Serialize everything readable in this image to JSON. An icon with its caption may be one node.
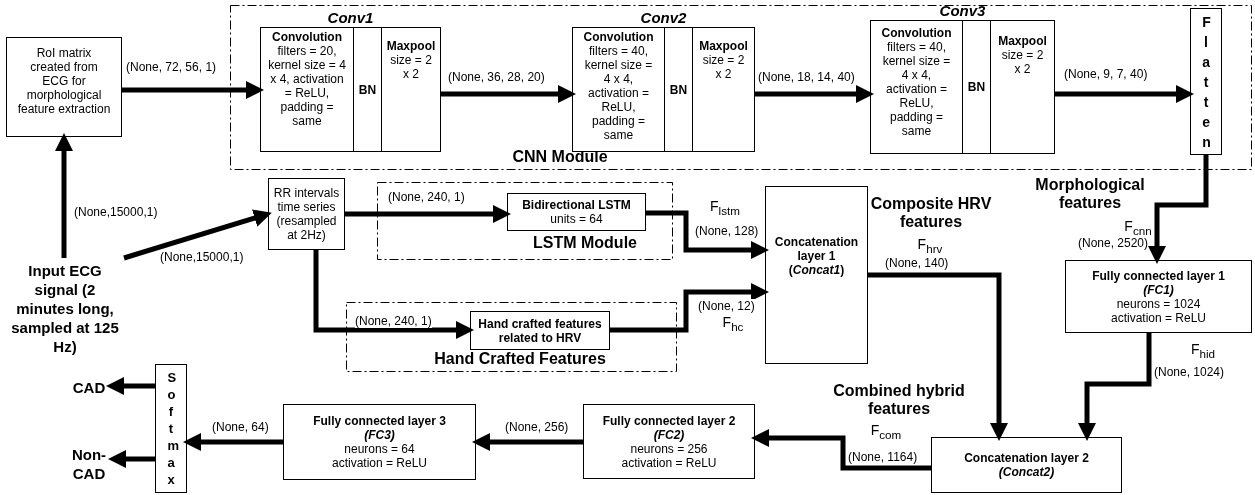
{
  "diagram": {
    "nodes": [
      {
        "text": [
          "Input ECG signal (2 minutes long, sampled at 125 Hz)"
        ]
      },
      {
        "text": [
          "RoI matrix created from ECG for morphological feature extraction"
        ]
      },
      {
        "text": [
          "CNN Module"
        ]
      },
      {
        "text": [
          "Conv1"
        ],
        "in": 2
      },
      {
        "text": [
          "Convolution",
          "filters = 20, kernel size = 4 x 4, activation = ReLU, padding = same"
        ],
        "in": 3
      },
      {
        "text": [
          "BN"
        ],
        "in": 3
      },
      {
        "text": [
          "Maxpool",
          "size = 2 x 2"
        ],
        "in": 3
      },
      {
        "text": [
          "Conv2"
        ],
        "in": 2
      },
      {
        "text": [
          "Convolution",
          "filters = 40, kernel size = 4 x 4, activation = ReLU, padding = same"
        ],
        "in": 7
      },
      {
        "text": [
          "BN"
        ],
        "in": 7
      },
      {
        "text": [
          "Maxpool",
          "size = 2 x 2"
        ],
        "in": 7
      },
      {
        "text": [
          "Conv3"
        ],
        "in": 2
      },
      {
        "text": [
          "Convolution",
          "filters = 40, kernel size = 4 x 4, activation = ReLU, padding = same"
        ],
        "in": 11
      },
      {
        "text": [
          "BN"
        ],
        "in": 11
      },
      {
        "text": [
          "Maxpool",
          "size = 2 x 2"
        ],
        "in": 11
      },
      {
        "text": [
          "Flatten"
        ],
        "in": 2
      },
      {
        "text": [
          "RR intervals time series (resampled at 2Hz)"
        ]
      },
      {
        "text": [
          "LSTM Module"
        ]
      },
      {
        "text": [
          "Bidirectional LSTM",
          "units = 64"
        ],
        "in": 17
      },
      {
        "text": [
          "Hand Crafted Features"
        ]
      },
      {
        "text": [
          "Hand crafted features related to HRV"
        ],
        "in": 19
      },
      {
        "text": [
          "Concatenation layer 1",
          "(*Concat1*)"
        ]
      },
      {
        "text": [
          "Fully connected layer 1",
          "(FC1)",
          "neurons = 1024",
          "activation = ReLU"
        ]
      },
      {
        "text": [
          "Concatenation layer 2",
          "(Concat2)"
        ]
      },
      {
        "text": [
          "Fully connected layer 2",
          "(FC2)",
          "neurons = 256",
          "activation = ReLU"
        ]
      },
      {
        "text": [
          "Fully connected layer 3",
          "(FC3)",
          "neurons = 64",
          "activation = ReLU"
        ]
      },
      {
        "text": [
          "Softmax"
        ]
      },
      {
        "text": [
          "CAD"
        ]
      },
      {
        "text": [
          "Non-CAD"
        ]
      }
    ],
    "edges": [
      {
        "from": 0,
        "to": 1,
        "arrow": "to",
        "label": "(None,15000,1)"
      },
      {
        "from": 0,
        "to": 16,
        "arrow": "to",
        "label": "(None,15000,1)"
      },
      {
        "from": 1,
        "to": 3,
        "arrow": "to",
        "label": "(None, 72, 56, 1)"
      },
      {
        "from": 3,
        "to": 7,
        "arrow": "to",
        "label": "(None, 36, 28, 20)"
      },
      {
        "from": 7,
        "to": 11,
        "arrow": "to",
        "label": "(None, 18, 14, 40)"
      },
      {
        "from": 11,
        "to": 15,
        "arrow": "to",
        "label": "(None, 9, 7, 40)"
      },
      {
        "from": 15,
        "to": 22,
        "arrow": "to",
        "label": "(None, 2520)"
      },
      {
        "from": 16,
        "to": 18,
        "arrow": "to",
        "label": "(None, 240, 1)"
      },
      {
        "from": 16,
        "to": 20,
        "arrow": "to",
        "label": "(None, 240, 1)"
      },
      {
        "from": 18,
        "to": 21,
        "arrow": "to",
        "label": "(None, 128)"
      },
      {
        "from": 20,
        "to": 21,
        "arrow": "to",
        "label": "(None, 12)"
      },
      {
        "from": 21,
        "to": 23,
        "arrow": "to",
        "label": "(None, 140)"
      },
      {
        "from": 22,
        "to": 23,
        "arrow": "to",
        "label": "(None, 1024)"
      },
      {
        "from": 23,
        "to": 24,
        "arrow": "to",
        "label": "(None, 1164)"
      },
      {
        "from": 24,
        "to": 25,
        "arrow": "to",
        "label": "(None, 256)"
      },
      {
        "from": 25,
        "to": 26,
        "arrow": "to",
        "label": "(None, 64)"
      },
      {
        "from": 26,
        "to": 27,
        "arrow": "to"
      },
      {
        "from": 26,
        "to": 28,
        "arrow": "to"
      }
    ],
    "labels": [
      "Morphological features",
      "F$_{cnn}$",
      "Composite HRV features",
      "F$_{hrv}$",
      "F$_{lstm}$",
      "F$_{hc}$",
      "F$_{hid}$",
      "Combined hybrid features",
      "F$_{com}$"
    ]
  }
}
